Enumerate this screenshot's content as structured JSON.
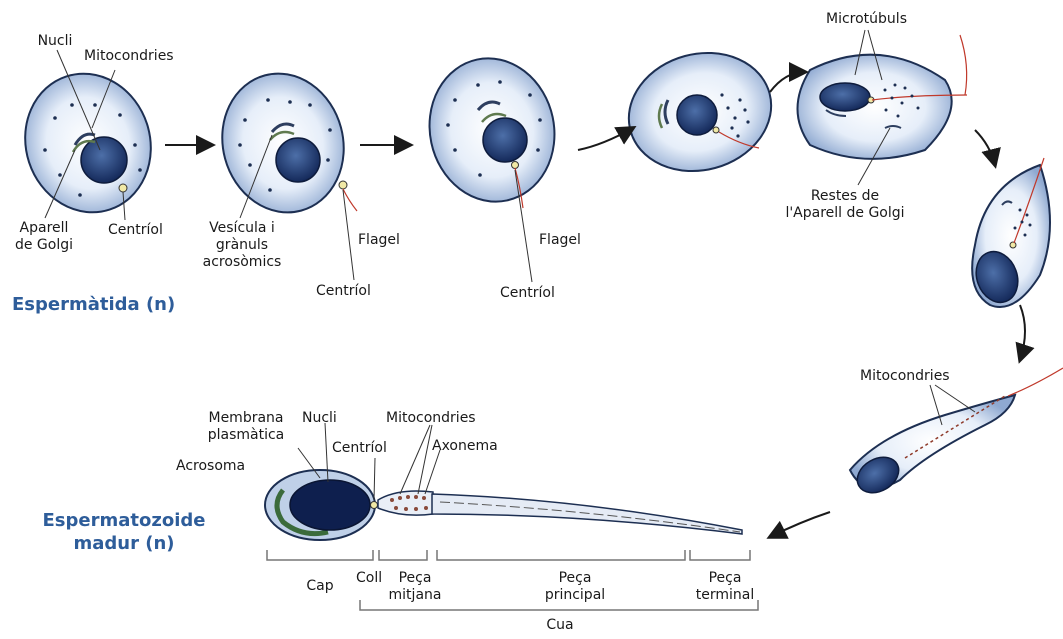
{
  "labels": {
    "nucli_1": "Nucli",
    "mitocondries_1": "Mitocondries",
    "aparell_golgi": "Aparell\nde Golgi",
    "centriol_1": "Centríol",
    "vesicula": "Vesícula i\ngrànuls\nacrosòmics",
    "flagel_2": "Flagel",
    "centriol_2": "Centríol",
    "flagel_3": "Flagel",
    "centriol_3": "Centríol",
    "microtubuls": "Microtúbuls",
    "restes_golgi": "Restes de\nl'Aparell de Golgi",
    "mitocondries_2": "Mitocondries",
    "membrana": "Membrana\nplasmàtica",
    "nucli_2": "Nucli",
    "mitocondries_3": "Mitocondries",
    "centriol_4": "Centríol",
    "axonema": "Axonema",
    "acrosoma": "Acrosoma",
    "cap": "Cap",
    "coll": "Coll",
    "peca_mitjana": "Peça\nmitjana",
    "peca_principal": "Peça\nprincipal",
    "peca_terminal": "Peça\nterminal",
    "cua": "Cua"
  },
  "titles": {
    "espermatida": "Espermàtida (n)",
    "espermatozoide": "Espermatozoide\nmadur (n)"
  },
  "colors": {
    "cell_fill": "#dfe8f6",
    "cell_edge": "#1d2f52",
    "nucleus": "#1f3f78",
    "title_blue": "#2e5d9a",
    "flagellum": "#c0392b"
  }
}
